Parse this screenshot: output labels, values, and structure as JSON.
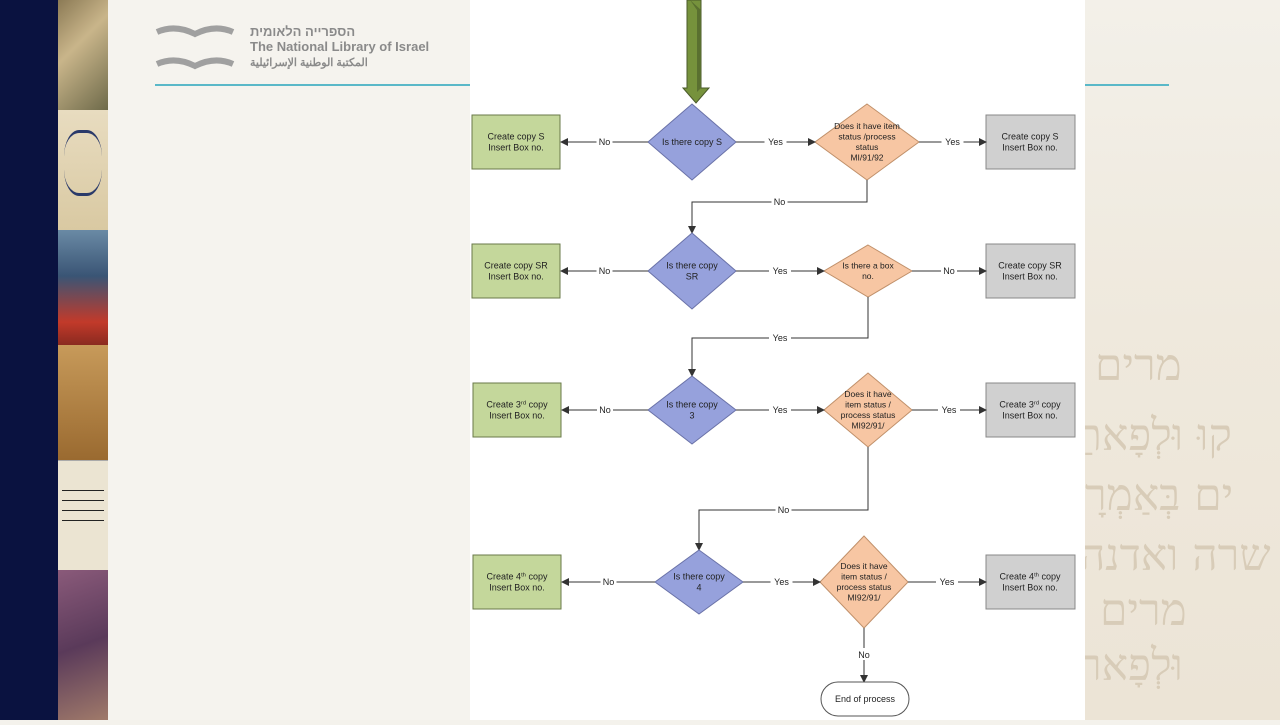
{
  "logo": {
    "hebrew": "הספרייה הלאומית",
    "english": "The National Library of Israel",
    "arabic": "المكتبة الوطنية الإسرائيلية"
  },
  "decor": {
    "hebrew_lines": [
      "מרים",
      "קוּ וּלְפָאתַ",
      "ים בְּאַמְרָ",
      "שרה ואדנה",
      "מרים",
      "וּלְפָאר"
    ]
  },
  "flowchart": {
    "rows": [
      {
        "decision1": {
          "lines": [
            "Is there copy S"
          ]
        },
        "no_label": "No",
        "yes_label": "Yes",
        "create_box": {
          "lines": [
            "Create copy S",
            "Insert Box no."
          ]
        },
        "decision2": {
          "lines": [
            "Does it have item",
            "status /process",
            "status",
            "MI/91/92"
          ]
        },
        "yes2_label": "Yes",
        "outcome_box": {
          "lines": [
            "Create copy S",
            "Insert Box no."
          ]
        },
        "link_label": "No"
      },
      {
        "decision1": {
          "lines": [
            "Is there copy",
            "SR"
          ]
        },
        "no_label": "No",
        "yes_label": "Yes",
        "create_box": {
          "lines": [
            "Create copy SR",
            "Insert Box no."
          ]
        },
        "decision2": {
          "lines": [
            "Is there a box",
            "no."
          ]
        },
        "yes2_label": "No",
        "outcome_box": {
          "lines": [
            "Create copy SR",
            "Insert Box no."
          ]
        },
        "link_label": "Yes"
      },
      {
        "decision1": {
          "lines": [
            "Is there copy",
            "3"
          ]
        },
        "no_label": "No",
        "yes_label": "Yes",
        "create_box": {
          "lines": [
            "Create 3rd copy",
            "Insert Box no."
          ]
        },
        "decision2": {
          "lines": [
            "Does it have",
            "item status /",
            "process status",
            "MI92/91/"
          ]
        },
        "yes2_label": "Yes",
        "outcome_box": {
          "lines": [
            "Create 3rd copy",
            "Insert Box no."
          ]
        },
        "link_label": "No"
      },
      {
        "decision1": {
          "lines": [
            "Is there copy",
            "4"
          ]
        },
        "no_label": "No",
        "yes_label": "Yes",
        "create_box": {
          "lines": [
            "Create 4th copy",
            "Insert Box no."
          ]
        },
        "decision2": {
          "lines": [
            "Does it have",
            "item status /",
            "process status",
            "MI92/91/"
          ]
        },
        "yes2_label": "Yes",
        "outcome_box": {
          "lines": [
            "Create 4th copy",
            "Insert Box no."
          ]
        },
        "link_label": "No"
      }
    ],
    "end": {
      "label": "End of process"
    },
    "colors": {
      "create_fill": "#c4d79b",
      "decision1_fill": "#96a1dc",
      "decision2_fill": "#f7c6a3",
      "outcome_fill": "#d0d0d0",
      "arrow_fill": "#76923c"
    }
  }
}
